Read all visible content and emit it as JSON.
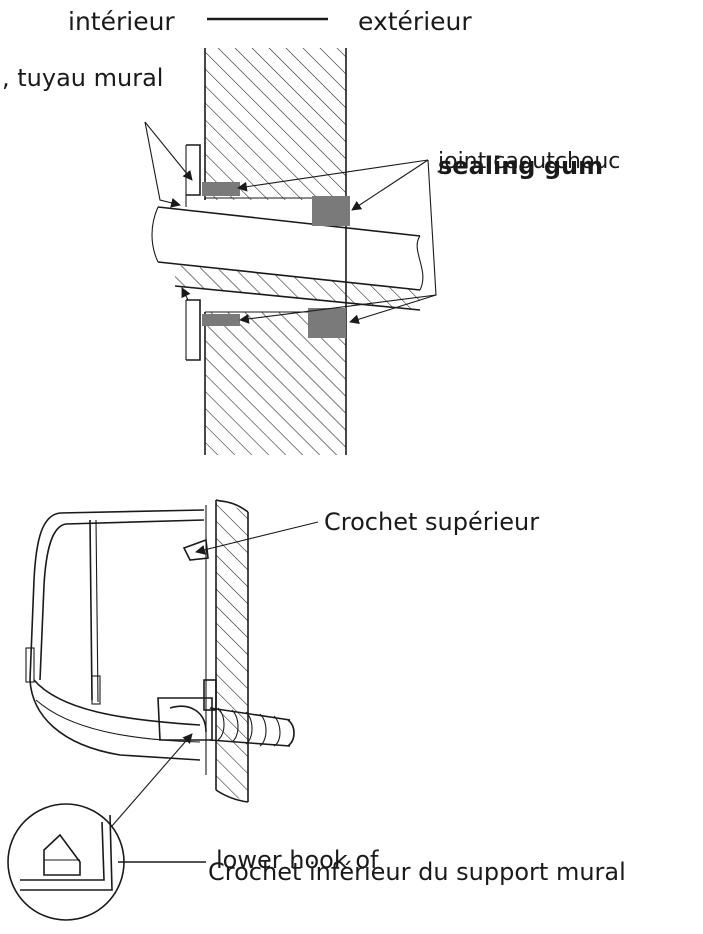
{
  "top_diagram": {
    "label_interior": "intérieur",
    "label_exterior": "extérieur",
    "label_wall_pipe": ", tuyau mural",
    "label_sealing_a": "joint caoutchouc",
    "label_sealing_b": "sealing gum"
  },
  "bottom_diagram": {
    "label_upper_hook": "Crochet supérieur",
    "label_lower_hook_a": "lower hook of",
    "label_lower_hook_b": "Crochet inférieur du support mural"
  },
  "colors": {
    "line": "#1a1a1a",
    "sealing_gum": "#7a7a7a",
    "background": "#ffffff"
  }
}
